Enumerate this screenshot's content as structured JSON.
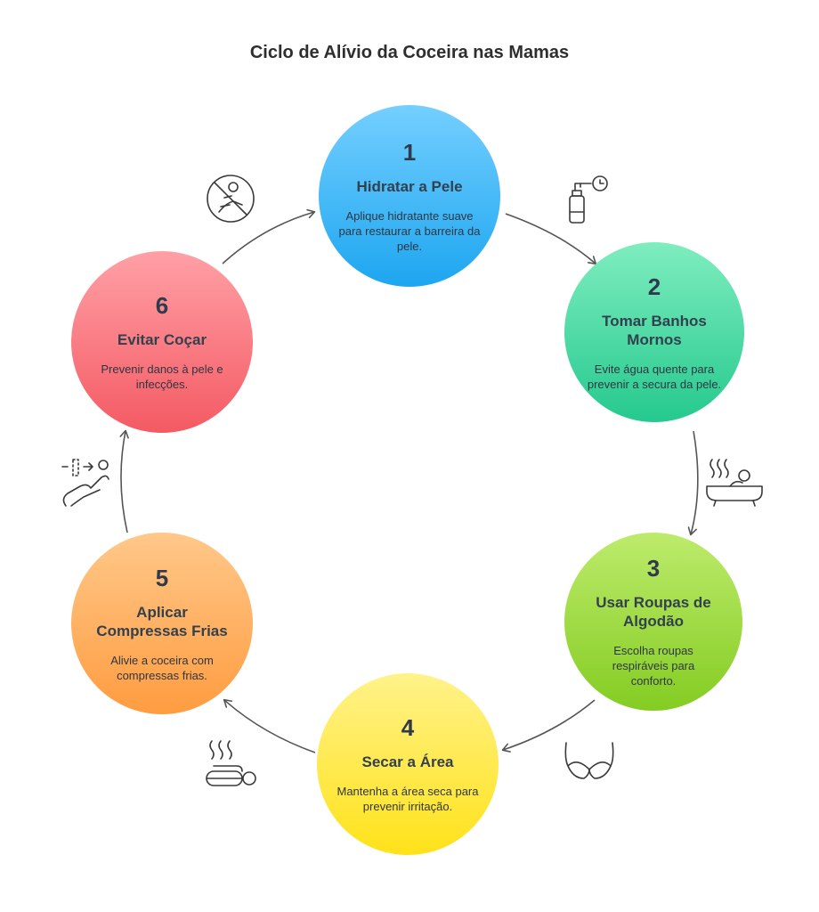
{
  "title": "Ciclo de Alívio da Coceira nas Mamas",
  "steps": [
    {
      "number": "1",
      "heading": "Hidratar a Pele",
      "description": "Aplique hidratante suave para restaurar a barreira da pele.",
      "color_top": "#74cfff",
      "color_bottom": "#1da6f0",
      "icon": "lotion-bottle-clock-icon"
    },
    {
      "number": "2",
      "heading": "Tomar Banhos Mornos",
      "description": "Evite água quente para prevenir a secura da pele.",
      "color_top": "#7fedbf",
      "color_bottom": "#25c98e",
      "icon": "warm-bath-icon"
    },
    {
      "number": "3",
      "heading": "Usar Roupas de Algodão",
      "description": "Escolha roupas respiráveis para conforto.",
      "color_top": "#bdeb6c",
      "color_bottom": "#84cc22",
      "icon": "bra-icon"
    },
    {
      "number": "4",
      "heading": "Secar a Área",
      "description": "Mantenha a área seca para prevenir irritação.",
      "color_top": "#fff28a",
      "color_bottom": "#ffe21a",
      "icon": "warm-towel-icon"
    },
    {
      "number": "5",
      "heading": "Aplicar Compressas Frias",
      "description": "Alivie a coceira com compressas frias.",
      "color_top": "#ffc88a",
      "color_bottom": "#ff9c40",
      "icon": "cold-compress-icon"
    },
    {
      "number": "6",
      "heading": "Evitar Coçar",
      "description": "Prevenir danos à pele e infecções.",
      "color_top": "#ffa0a6",
      "color_bottom": "#f45a63",
      "icon": "no-scratching-icon"
    }
  ]
}
